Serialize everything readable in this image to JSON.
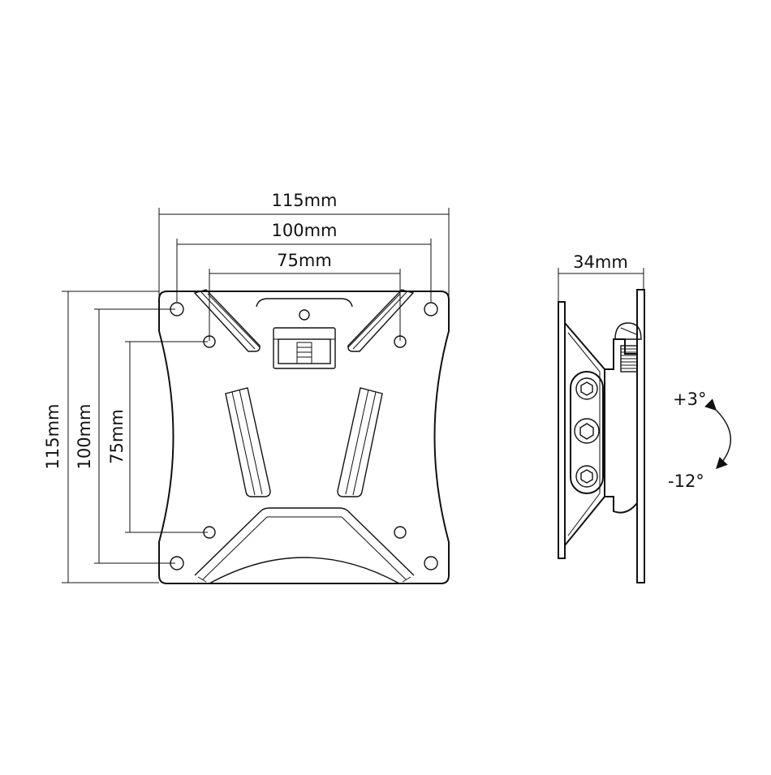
{
  "front_view": {
    "dimensions": {
      "width_outer": "115mm",
      "width_mid": "100mm",
      "width_inner": "75mm",
      "height_outer": "115mm",
      "height_mid": "100mm",
      "height_inner": "75mm"
    }
  },
  "side_view": {
    "depth": "34mm",
    "tilt_up": "+3°",
    "tilt_down": "-12°"
  },
  "colors": {
    "line": "#111111",
    "background": "#ffffff"
  }
}
